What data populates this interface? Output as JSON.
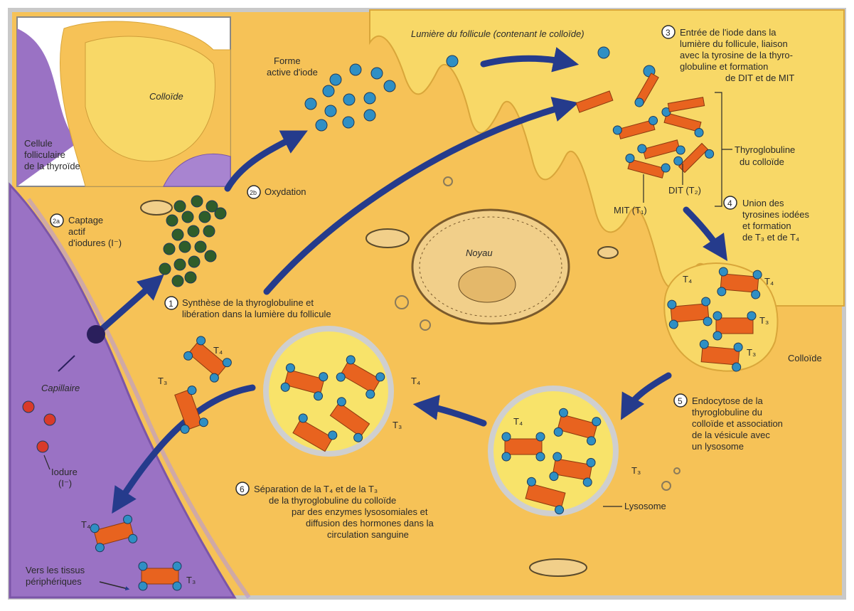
{
  "labels": {
    "colloide_inset": "Colloïde",
    "cellule_line1": "Cellule",
    "cellule_line2": "folliculaire",
    "cellule_line3": "de la thyroïde",
    "lumiere": "Lumière du follicule (contenant le colloïde)",
    "forme_line1": "Forme",
    "forme_line2": "active d'iode",
    "oxydation": "Oxydation",
    "step2a_num": "2a",
    "step2b_num": "2b",
    "captage_line1": "Captage",
    "captage_line2": "actif",
    "captage_line3": "d'iodures (I⁻)",
    "step1_num": "1",
    "step1_line1": "Synthèse de la thyroglobuline et",
    "step1_line2": "libération dans la lumière du follicule",
    "step3_num": "3",
    "step3_line1": "Entrée de l'iode dans la",
    "step3_line2": "lumière du follicule, liaison",
    "step3_line3": "avec la tyrosine de la thyro-",
    "step3_line4": "globuline et formation",
    "step3_line5": "de DIT et de MIT",
    "thyro_line1": "Thyroglobuline",
    "thyro_line2": "du colloïde",
    "mit": "MIT (T₁)",
    "dit": "DIT (T₂)",
    "step4_num": "4",
    "step4_line1": "Union des",
    "step4_line2": "tyrosines iodées",
    "step4_line3": "et formation",
    "step4_line4": "de T₃ et de T₄",
    "noyau": "Noyau",
    "colloide_right": "Colloïde",
    "step5_num": "5",
    "step5_line1": "Endocytose de la",
    "step5_line2": "thyroglobuline du",
    "step5_line3": "colloïde et association",
    "step5_line4": "de la vésicule avec",
    "step5_line5": "un lysosome",
    "lysosome": "Lysosome",
    "step6_num": "6",
    "step6_line1": "Séparation de la T₄ et de la T₃",
    "step6_line2": "de la thyroglobuline du colloïde",
    "step6_line3": "par des enzymes lysosomiales et",
    "step6_line4": "diffusion des hormones dans la",
    "step6_line5": "circulation sanguine",
    "capillaire": "Capillaire",
    "iodure_line1": "Iodure",
    "iodure_line2": "(I⁻)",
    "vers_line1": "Vers les tissus",
    "vers_line2": "périphériques",
    "t3": "T₃",
    "t4": "T₄"
  },
  "colors": {
    "cytoplasm": "#f6c257",
    "colloid": "#f8d867",
    "capillary": "#9a72c4",
    "thyroglobulin": "#e8631f",
    "iodine": "#2f8fc4",
    "iodide_captured": "#2f5d2a",
    "arrow": "#253b8c",
    "iodide_blood": "#d93a2a"
  }
}
